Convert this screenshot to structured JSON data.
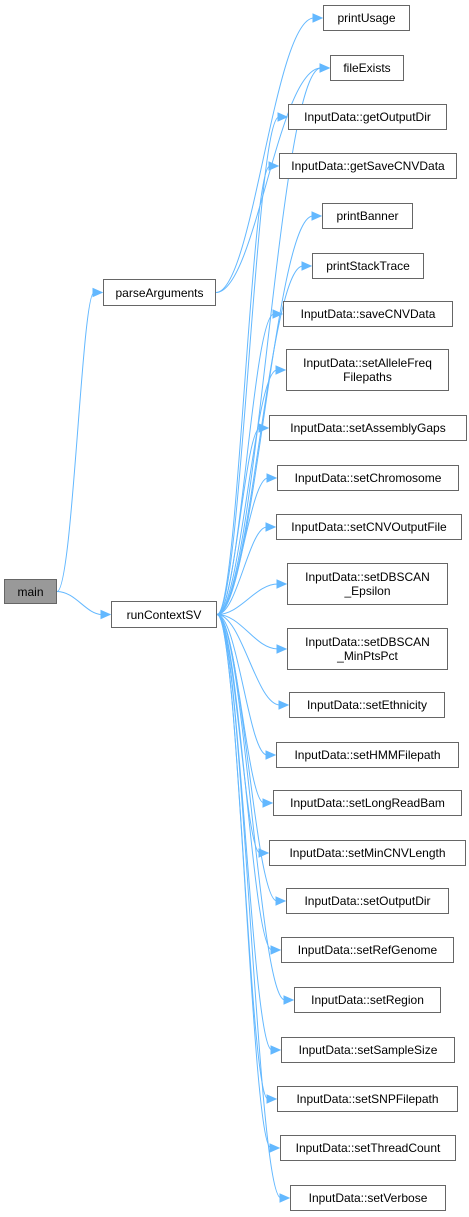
{
  "colors": {
    "edge": "#63b8ff",
    "node_border": "#666666",
    "root_fill": "#999999",
    "node_fill": "#ffffff"
  },
  "nodes": {
    "main": "main",
    "parseArguments": "parseArguments",
    "runContextSV": "runContextSV",
    "printUsage": "printUsage",
    "fileExists": "fileExists",
    "getOutputDir": "InputData::getOutputDir",
    "getSaveCNVData": "InputData::getSaveCNVData",
    "printBanner": "printBanner",
    "printStackTrace": "printStackTrace",
    "saveCNVData": "InputData::saveCNVData",
    "setAlleleFreqFilepaths": "InputData::setAlleleFreq\nFilepaths",
    "setAssemblyGaps": "InputData::setAssemblyGaps",
    "setChromosome": "InputData::setChromosome",
    "setCNVOutputFile": "InputData::setCNVOutputFile",
    "setDBSCANEpsilon": "InputData::setDBSCAN\n_Epsilon",
    "setDBSCANMinPtsPct": "InputData::setDBSCAN\n_MinPtsPct",
    "setEthnicity": "InputData::setEthnicity",
    "setHMMFilepath": "InputData::setHMMFilepath",
    "setLongReadBam": "InputData::setLongReadBam",
    "setMinCNVLength": "InputData::setMinCNVLength",
    "setOutputDir": "InputData::setOutputDir",
    "setRefGenome": "InputData::setRefGenome",
    "setRegion": "InputData::setRegion",
    "setSampleSize": "InputData::setSampleSize",
    "setSNPFilepath": "InputData::setSNPFilepath",
    "setThreadCount": "InputData::setThreadCount",
    "setVerbose": "InputData::setVerbose"
  },
  "edges": [
    [
      "main",
      "parseArguments"
    ],
    [
      "main",
      "runContextSV"
    ],
    [
      "parseArguments",
      "printUsage"
    ],
    [
      "parseArguments",
      "fileExists"
    ],
    [
      "runContextSV",
      "fileExists"
    ],
    [
      "runContextSV",
      "getOutputDir"
    ],
    [
      "runContextSV",
      "getSaveCNVData"
    ],
    [
      "runContextSV",
      "printBanner"
    ],
    [
      "runContextSV",
      "printStackTrace"
    ],
    [
      "runContextSV",
      "saveCNVData"
    ],
    [
      "runContextSV",
      "setAlleleFreqFilepaths"
    ],
    [
      "runContextSV",
      "setAssemblyGaps"
    ],
    [
      "runContextSV",
      "setChromosome"
    ],
    [
      "runContextSV",
      "setCNVOutputFile"
    ],
    [
      "runContextSV",
      "setDBSCANEpsilon"
    ],
    [
      "runContextSV",
      "setDBSCANMinPtsPct"
    ],
    [
      "runContextSV",
      "setEthnicity"
    ],
    [
      "runContextSV",
      "setHMMFilepath"
    ],
    [
      "runContextSV",
      "setLongReadBam"
    ],
    [
      "runContextSV",
      "setMinCNVLength"
    ],
    [
      "runContextSV",
      "setOutputDir"
    ],
    [
      "runContextSV",
      "setRefGenome"
    ],
    [
      "runContextSV",
      "setRegion"
    ],
    [
      "runContextSV",
      "setSampleSize"
    ],
    [
      "runContextSV",
      "setSNPFilepath"
    ],
    [
      "runContextSV",
      "setThreadCount"
    ],
    [
      "runContextSV",
      "setVerbose"
    ]
  ]
}
